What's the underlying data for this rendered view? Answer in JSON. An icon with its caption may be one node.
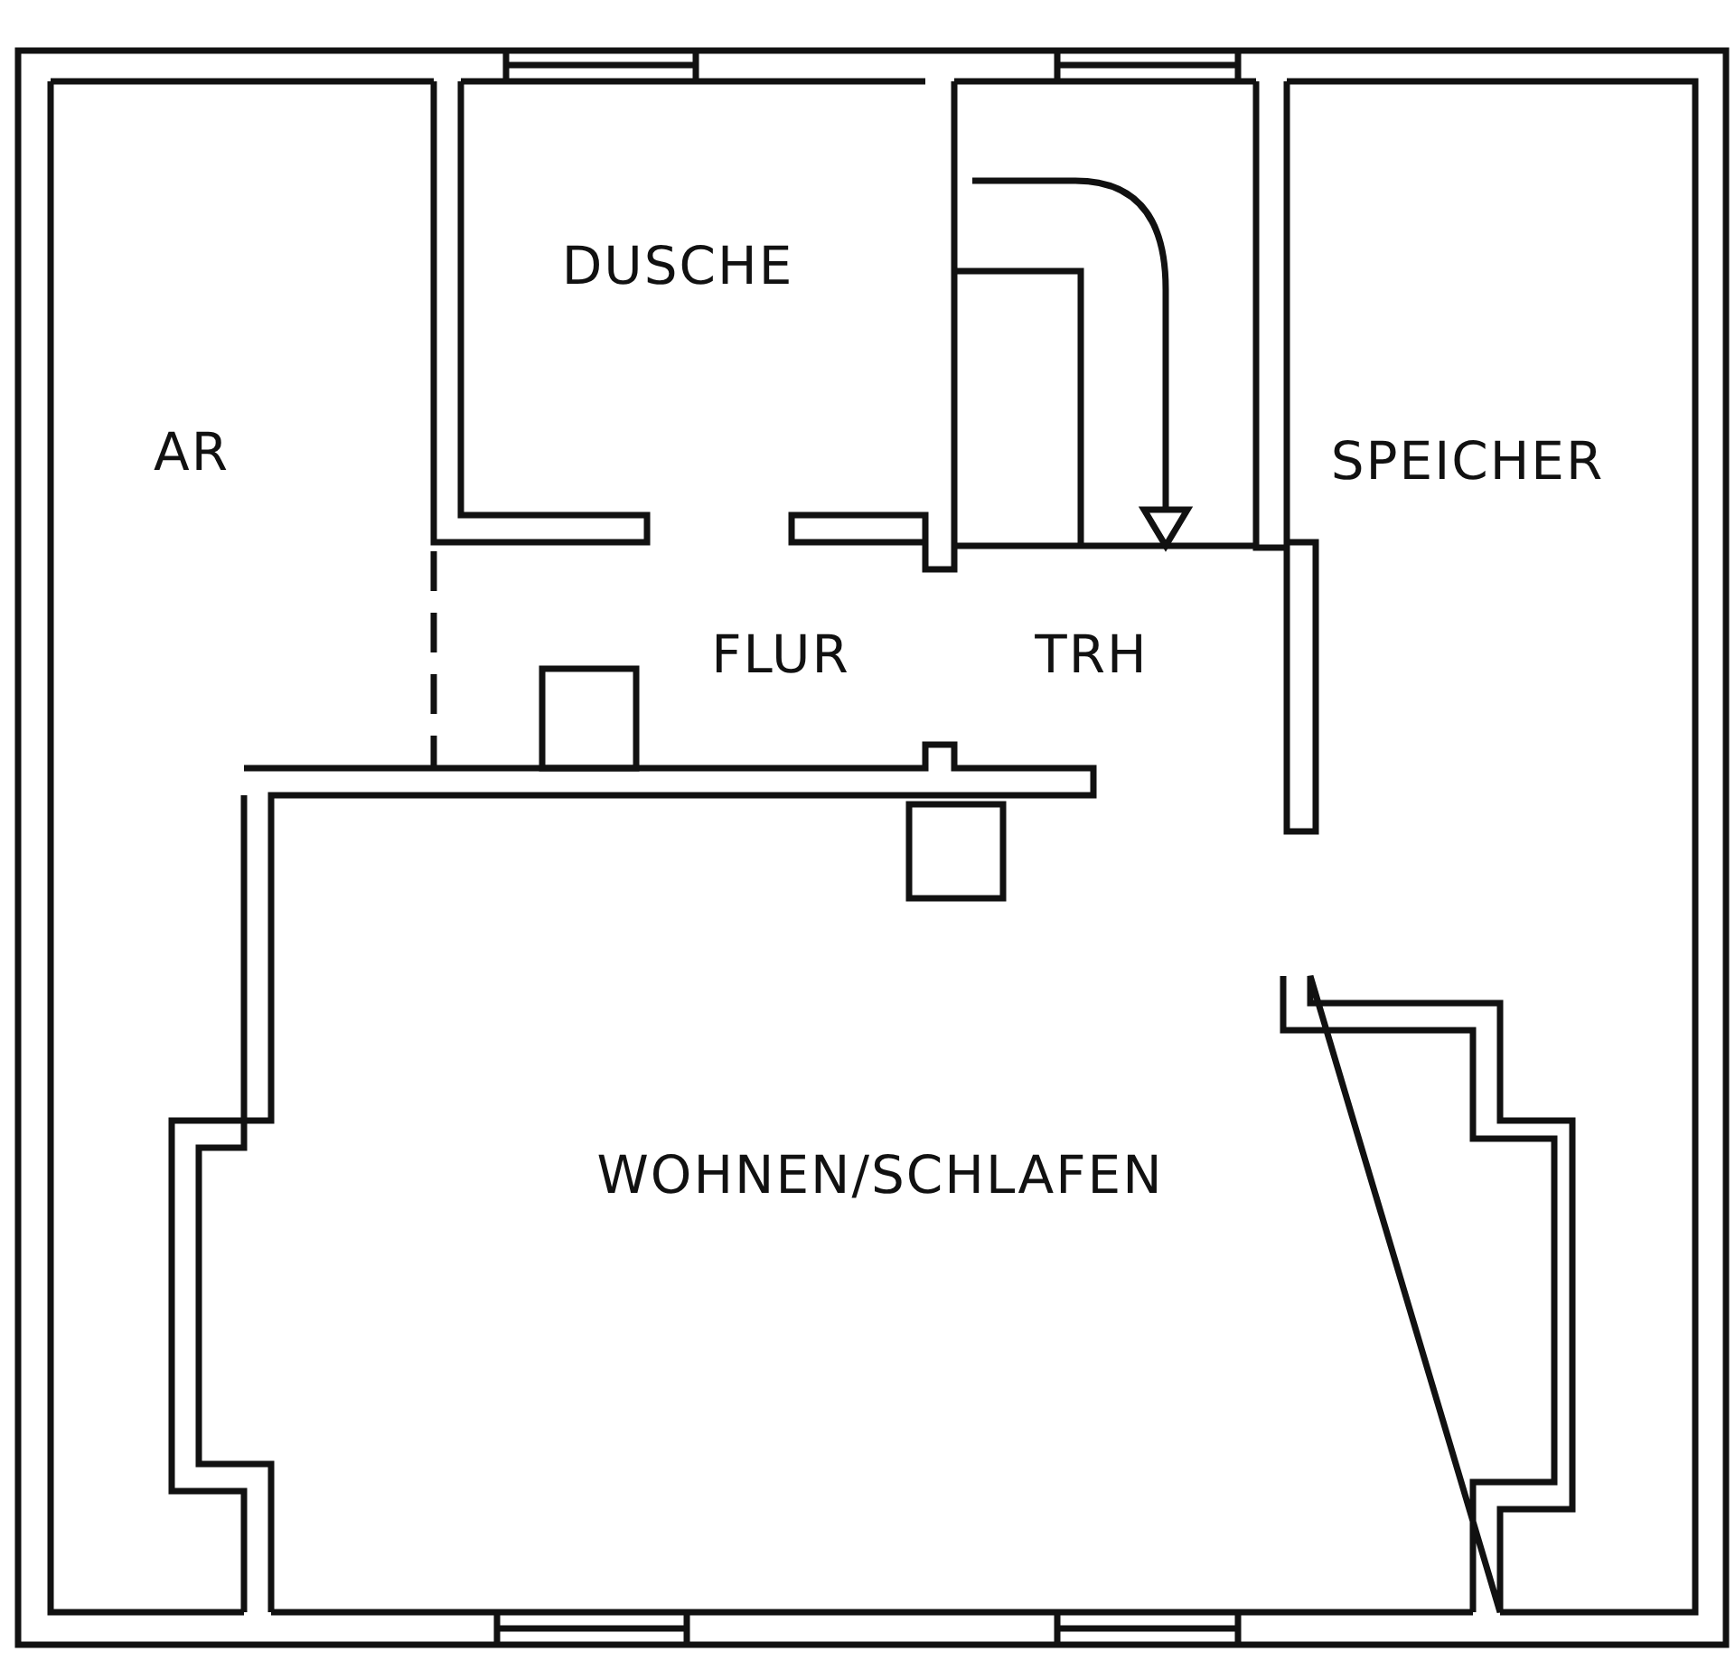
{
  "diagram": {
    "labels": [
      "DUSCHE",
      "AR",
      "SPEICHER",
      "FLUR",
      "TRH",
      "WOHNEN/SCHLAFEN"
    ]
  }
}
